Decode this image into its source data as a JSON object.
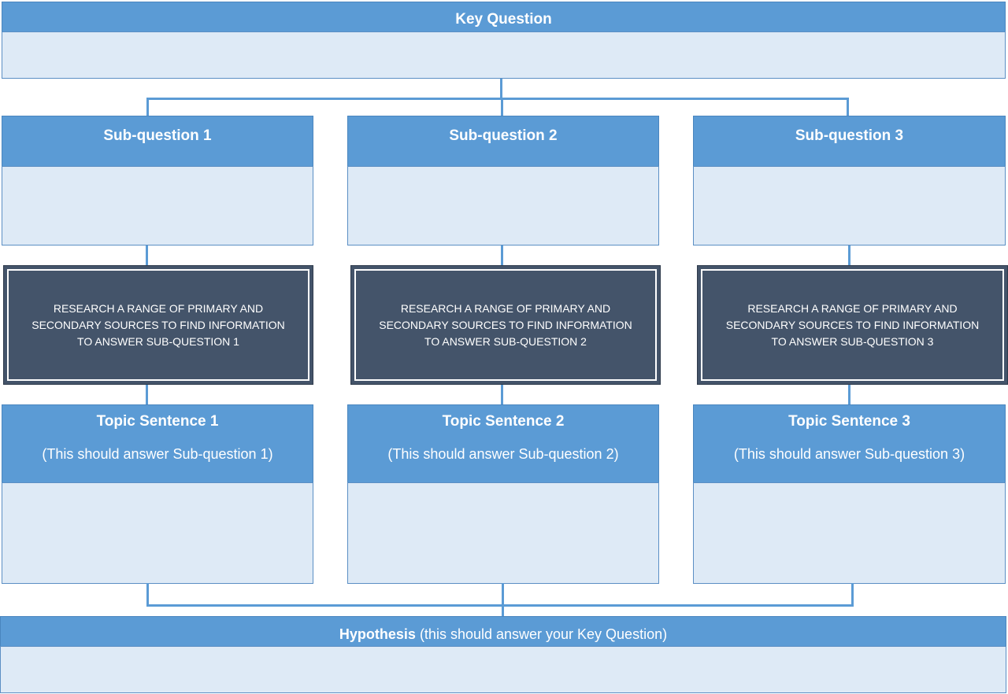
{
  "key_question": {
    "title": "Key Question"
  },
  "columns": [
    {
      "sub_question": "Sub-question 1",
      "research": [
        "RESEARCH A RANGE OF PRIMARY AND",
        "SECONDARY SOURCES TO FIND INFORMATION",
        "TO ANSWER SUB-QUESTION 1"
      ],
      "topic_title": "Topic Sentence 1",
      "topic_hint": "(This should answer Sub-question 1)"
    },
    {
      "sub_question": "Sub-question 2",
      "research": [
        "RESEARCH A RANGE OF PRIMARY AND",
        "SECONDARY SOURCES TO FIND INFORMATION",
        "TO ANSWER SUB-QUESTION 2"
      ],
      "topic_title": "Topic Sentence 2",
      "topic_hint": "(This should answer Sub-question 2)"
    },
    {
      "sub_question": "Sub-question 3",
      "research": [
        "RESEARCH A RANGE OF PRIMARY AND",
        "SECONDARY SOURCES TO FIND INFORMATION",
        "TO ANSWER SUB-QUESTION 3"
      ],
      "topic_title": "Topic Sentence 3",
      "topic_hint": "(This should answer Sub-question 3)"
    }
  ],
  "hypothesis": {
    "title": "Hypothesis",
    "hint": "(this should answer your Key Question)"
  },
  "colors": {
    "header": "#5b9bd5",
    "body": "#deeaf6",
    "dark": "#44546a"
  }
}
